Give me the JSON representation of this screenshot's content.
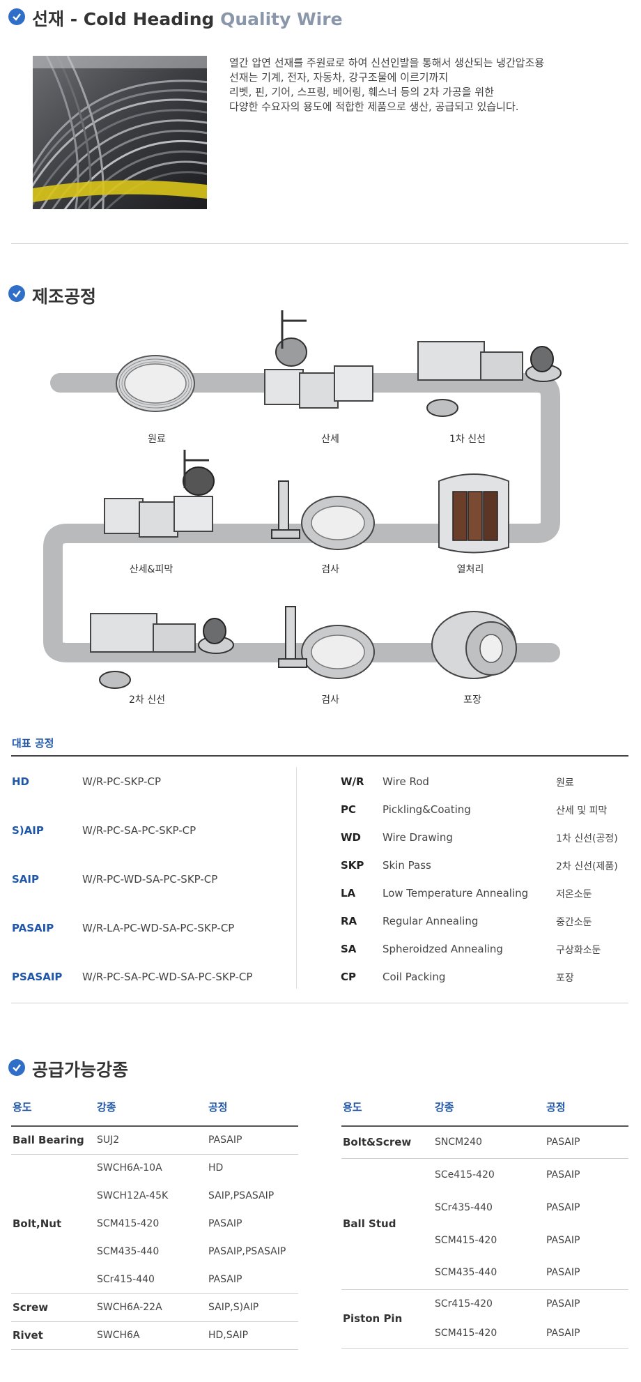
{
  "header": {
    "title_main": "선재 - Cold Heading ",
    "title_accent": "Quality Wire",
    "intro_lines": [
      "열간 압연 선재를 주원료로 하여 신선인발을 통해서 생산되는 냉간압조용",
      "선재는 기계, 전자, 자동차, 강구조물에 이르기까지",
      "리벳, 핀, 기어, 스프링, 베어링, 훼스너 등의 2차 가공을 위한",
      "다양한 수요자의 용도에 적합한 제품으로 생산, 공급되고 있습니다."
    ]
  },
  "process": {
    "title": "제조공정",
    "steps": [
      "원료",
      "산세",
      "1차 신선",
      "산세&피막",
      "검사",
      "열처리",
      "2차 신선",
      "검사",
      "포장"
    ]
  },
  "representative": {
    "title": "대표 공정",
    "processes": [
      {
        "code": "HD",
        "route": "W/R-PC-SKP-CP"
      },
      {
        "code": "S)AIP",
        "route": "W/R-PC-SA-PC-SKP-CP"
      },
      {
        "code": "SAIP",
        "route": "W/R-PC-WD-SA-PC-SKP-CP"
      },
      {
        "code": "PASAIP",
        "route": "W/R-LA-PC-WD-SA-PC-SKP-CP"
      },
      {
        "code": "PSASAIP",
        "route": "W/R-PC-SA-PC-WD-SA-PC-SKP-CP"
      }
    ],
    "legend": [
      {
        "abbr": "W/R",
        "english": "Wire Rod",
        "korean": "원료"
      },
      {
        "abbr": "PC",
        "english": "Pickling&Coating",
        "korean": "산세 및 피막"
      },
      {
        "abbr": "WD",
        "english": "Wire Drawing",
        "korean": "1차 신선(공정)"
      },
      {
        "abbr": "SKP",
        "english": "Skin Pass",
        "korean": "2차 신선(제품)"
      },
      {
        "abbr": "LA",
        "english": "Low Temperature Annealing",
        "korean": "저온소둔"
      },
      {
        "abbr": "RA",
        "english": "Regular Annealing",
        "korean": "중간소둔"
      },
      {
        "abbr": "SA",
        "english": "Spheroidzed Annealing",
        "korean": "구상화소둔"
      },
      {
        "abbr": "CP",
        "english": "Coil Packing",
        "korean": "포장"
      }
    ]
  },
  "supply": {
    "title": "공급가능강종",
    "headers": [
      "용도",
      "강종",
      "공정"
    ],
    "left": {
      "rows": [
        {
          "use": "Ball Bearing",
          "grade": "SUJ2",
          "process": "PASAIP"
        },
        {
          "use": "",
          "grade": "SWCH6A-10A",
          "process": "HD"
        },
        {
          "use": "",
          "grade": "SWCH12A-45K",
          "process": "SAIP,PSASAIP"
        },
        {
          "use": "Bolt,Nut",
          "grade": "SCM415-420",
          "process": "PASAIP"
        },
        {
          "use": "",
          "grade": "SCM435-440",
          "process": "PASAIP,PSASAIP"
        },
        {
          "use": "",
          "grade": "SCr415-440",
          "process": "PASAIP"
        },
        {
          "use": "Screw",
          "grade": "SWCH6A-22A",
          "process": "SAIP,S)AIP"
        },
        {
          "use": "Rivet",
          "grade": "SWCH6A",
          "process": "HD,SAIP"
        }
      ]
    },
    "right": {
      "rows": [
        {
          "use": "Bolt&Screw",
          "grade": "SNCM240",
          "process": "PASAIP"
        },
        {
          "use": "",
          "grade": "SCe415-420",
          "process": "PASAIP"
        },
        {
          "use": "",
          "grade": "SCr435-440",
          "process": "PASAIP"
        },
        {
          "use": "Ball Stud",
          "grade": "SCM415-420",
          "process": "PASAIP"
        },
        {
          "use": "",
          "grade": "SCM435-440",
          "process": "PASAIP"
        },
        {
          "use": "",
          "grade": "SCr415-420",
          "process": "PASAIP"
        },
        {
          "use": "Piston Pin",
          "grade": "SCM415-420",
          "process": "PASAIP"
        }
      ]
    }
  }
}
